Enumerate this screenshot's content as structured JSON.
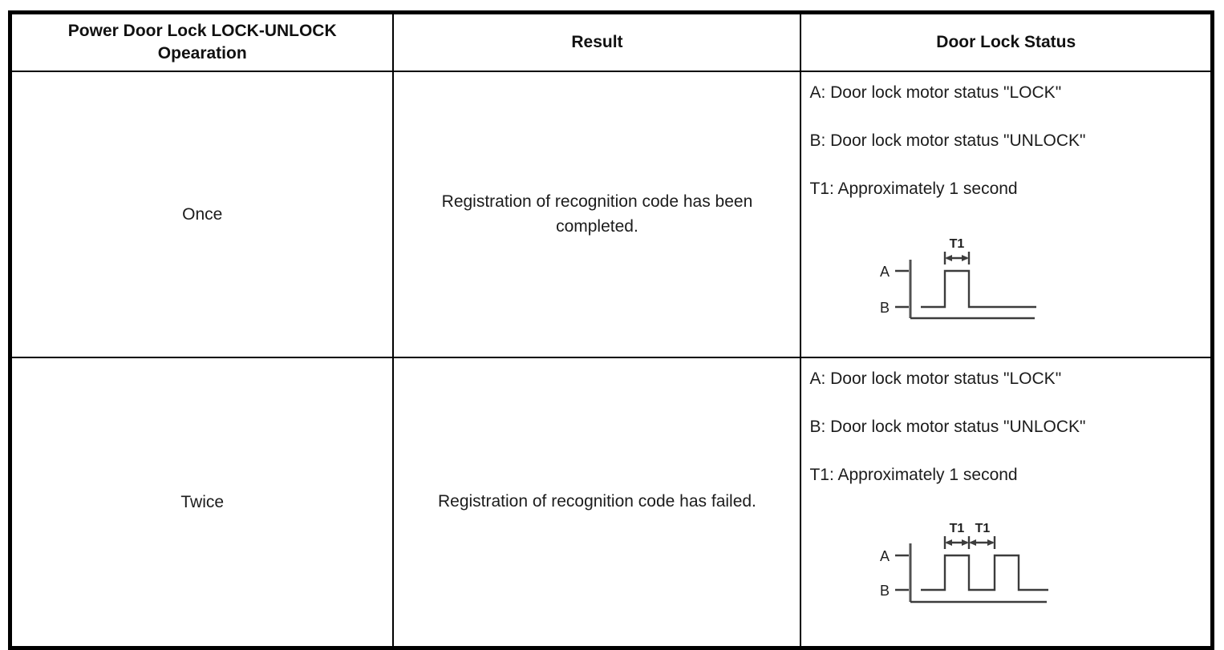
{
  "page": {
    "background": "#ffffff",
    "border_color": "#000000",
    "text_color": "#1a1a1a",
    "waveform_stroke": "#3c3c3c"
  },
  "table": {
    "headers": {
      "operation": "Power Door Lock LOCK-UNLOCK Opearation",
      "result": "Result",
      "door_lock_status": "Door Lock Status"
    },
    "rows": [
      {
        "operation": "Once",
        "result": "Registration of recognition code has been completed.",
        "status_lines": [
          "A: Door lock motor status \"LOCK\"",
          "B: Door lock motor status \"UNLOCK\"",
          "T1: Approximately 1 second"
        ],
        "waveform": {
          "type": "single-pulse",
          "description": "Signal at level B rises to level A for one pulse of width T1, then returns to level B.",
          "labels": {
            "t1": "T1",
            "a": "A",
            "b": "B"
          }
        }
      },
      {
        "operation": "Twice",
        "result": "Registration of recognition code has failed.",
        "status_lines": [
          "A: Door lock motor status \"LOCK\"",
          "B: Door lock motor status \"UNLOCK\"",
          "T1: Approximately 1 second"
        ],
        "waveform": {
          "type": "double-pulse",
          "description": "Signal pulses from level B to level A twice; first pulse width T1 and gap between pulses T1.",
          "labels": {
            "t1_first": "T1",
            "t1_second": "T1",
            "a": "A",
            "b": "B"
          }
        }
      }
    ]
  }
}
